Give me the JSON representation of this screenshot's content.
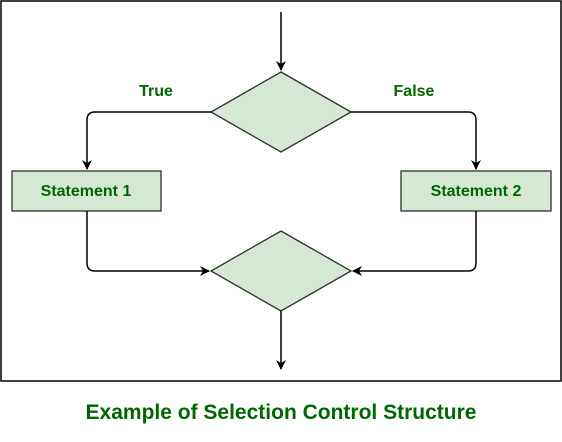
{
  "diagram": {
    "branch_true_label": "True",
    "branch_false_label": "False",
    "statement_1_label": "Statement 1",
    "statement_2_label": "Statement 2",
    "caption": "Example of Selection Control Structure"
  },
  "colors": {
    "node_fill": "#d5e8d4",
    "node_stroke": "#2f2f2f",
    "text": "#006600",
    "line": "#000000",
    "border": "#000000"
  }
}
